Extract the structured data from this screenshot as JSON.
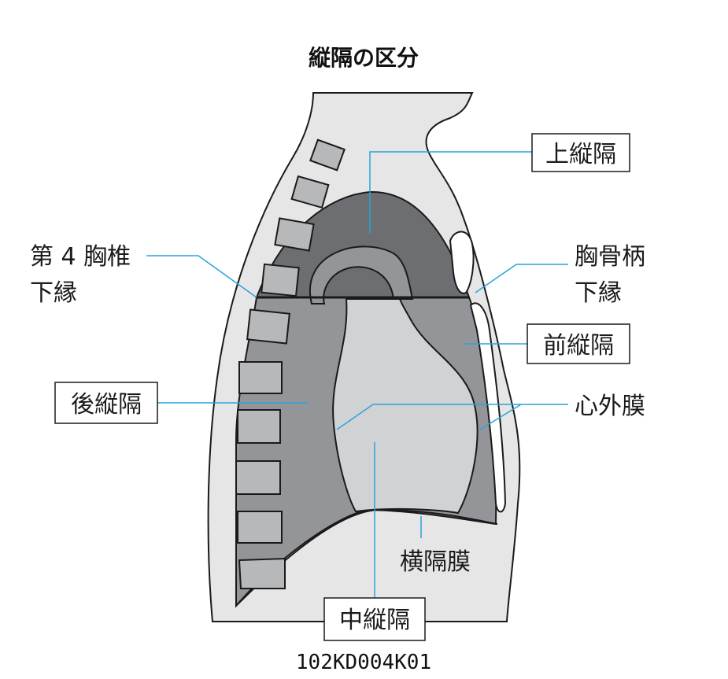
{
  "title": "縦隔の区分",
  "figure_code": "102KD004K01",
  "labels": {
    "superior": "上縦隔",
    "t4_line1": "第 4 胸椎",
    "t4_line2": "下縁",
    "manubrium_line1": "胸骨柄",
    "manubrium_line2": "下縁",
    "anterior": "前縦隔",
    "posterior": "後縦隔",
    "pericardium": "心外膜",
    "diaphragm": "横隔膜",
    "middle": "中縦隔"
  },
  "colors": {
    "body": "#e6e6e7",
    "superior": "#6d6e71",
    "middle": "#d1d2d4",
    "posterior_anterior": "#939598",
    "vertebra": "#b7b8ba",
    "leader": "#2aa4d8",
    "outline": "#1a1a1a"
  }
}
